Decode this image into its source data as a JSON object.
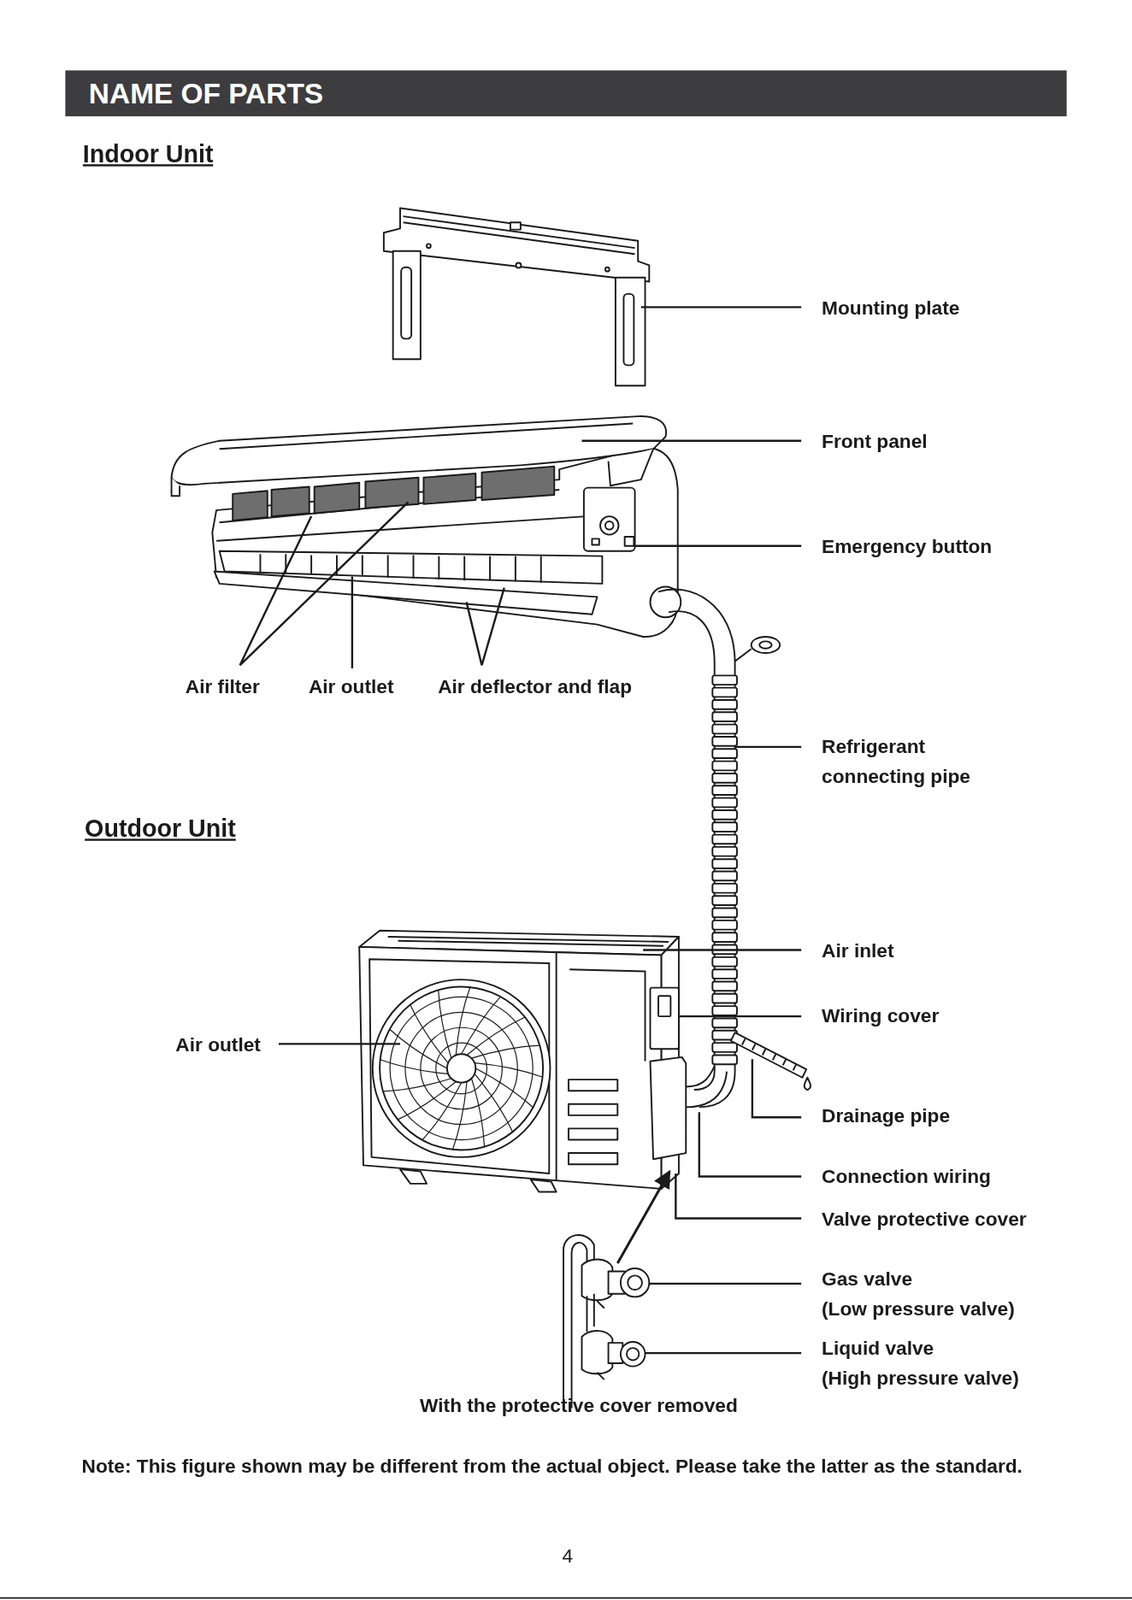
{
  "diagram": {
    "title": "NAME OF PARTS",
    "labels": [
      "Indoor Unit",
      "Mounting plate",
      "Front panel",
      "Emergency button",
      "Air filter",
      "Air outlet",
      "Air deflector and flap",
      "Refrigerant connecting pipe",
      "Outdoor Unit",
      "Air inlet",
      "Wiring cover",
      "Air outlet",
      "Drainage pipe",
      "Connection wiring",
      "Valve protective cover",
      "Gas valve (Low pressure valve)",
      "Liquid valve (High pressure valve)",
      "With the protective cover removed",
      "Note: This figure shown may be different from the actual object. Please take the latter as the standard.",
      "4"
    ]
  }
}
